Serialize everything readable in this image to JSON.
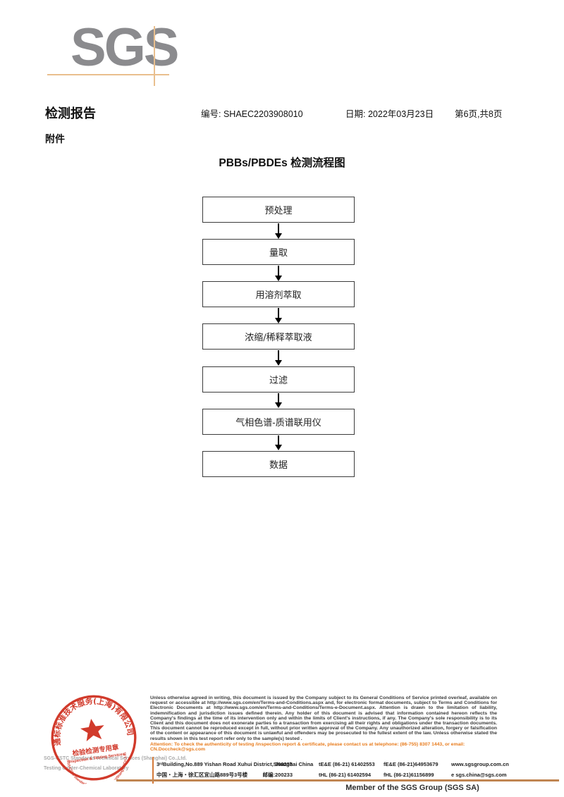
{
  "colors": {
    "logo_gray": "#8b8b8e",
    "crosshair_tan": "#e9bf8e",
    "attention_orange": "#e87c1e",
    "rule_tan": "#c08552",
    "stamp_red": "#ce2a1a"
  },
  "logo": {
    "text": "SGS"
  },
  "header": {
    "title": "检测报告",
    "report_no_label": "编号:",
    "report_no": "SHAEC2203908010",
    "date_label": "日期:",
    "date": "2022年03月23日",
    "page_info": "第6页,共8页",
    "attachment_label": "附件"
  },
  "flowchart": {
    "title": "PBBs/PBDEs 检测流程图",
    "steps": [
      "预处理",
      "量取",
      "用溶剂萃取",
      "浓缩/稀释萃取液",
      "过滤",
      "气相色谱-质谱联用仪",
      "数据"
    ]
  },
  "footer": {
    "legal_text": "Unless otherwise agreed in writing, this document is issued by the Company subject to its General Conditions of Service printed overleaf, available on request or accessible at http://www.sgs.com/en/Terms-and-Conditions.aspx and, for electronic format documents, subject to Terms and Conditions for Electronic Documents at http://www.sgs.com/en/Terms-and-Conditions/Terms-e-Document.aspx. Attention is drawn to the limitation of liability, indemnification and jurisdiction issues defined therein. Any holder of this document is advised that information contained hereon reflects the Company's findings at the time of its intervention only and within the limits of Client's instructions, if any. The Company's sole responsibility is to its Client and this document does not exonerate parties to a transaction from exercising all their rights and obligations under the transaction documents. This document cannot be reproduced except in full, without prior written approval of the Company. Any unauthorized alteration, forgery or falsification of the content or appearance of this document is unlawful and offenders may be prosecuted to the fullest extent of the law. Unless otherwise stated the results shown in this test report refer only to the sample(s) tested .",
    "attention_text": "Attention: To check the authenticity of testing /inspection report & certificate, please contact us at telephone: (86-755) 8307 1443, or email: CN.Doccheck@sgs.com",
    "company_line1": "SGS-CSTC Standards Technical Services (Shanghai) Co.,Ltd.",
    "company_line2": "Testing Center-Chemical Laboratory",
    "address": {
      "row1": {
        "addr": "3ʳᵈBuilding,No.889 Yishan Road Xuhui District,Shanghai China",
        "postcode": "200233",
        "tel": "tE&E (86-21) 61402553",
        "fax": "fE&E (86-21)64953679",
        "web": "www.sgsgroup.com.cn"
      },
      "row2": {
        "addr": "中国・上海・徐汇区宜山路889号3号楼",
        "postcode_label": "邮编:",
        "postcode": "200233",
        "tel": "tHL (86-21) 61402594",
        "fax": "fHL (86-21)61156899",
        "web": "e sgs.china@sgs.com"
      }
    },
    "member_text": "Member of the SGS Group (SGS SA)"
  },
  "stamp": {
    "ring_text_top": "通标标准技术服务(上海)有限公司",
    "ring_text_bottom": "SGS-CSTC Standards Technical Services(Shanghai)Co.,Ltd.",
    "center_line1": "检验检测专用章",
    "center_line2": "Inspection & Testing Services"
  }
}
